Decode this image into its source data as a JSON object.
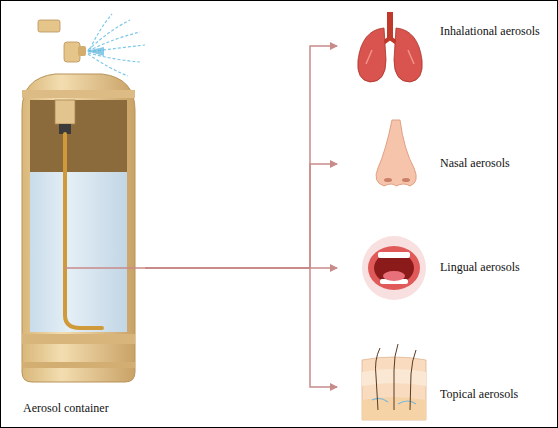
{
  "diagram": {
    "nodes": [
      {
        "text": [
          "Aerosol container"
        ]
      },
      {
        "text": [
          "Inhalational aerosols"
        ]
      },
      {
        "text": [
          "Nasal aerosols"
        ]
      },
      {
        "text": [
          "Lingual aerosols"
        ]
      },
      {
        "text": [
          "Topical aerosols"
        ]
      }
    ],
    "edges": [
      {
        "from": 0,
        "to": 1,
        "arrow": "to"
      },
      {
        "from": 0,
        "to": 2,
        "arrow": "to"
      },
      {
        "from": 0,
        "to": 3,
        "arrow": "to"
      },
      {
        "from": 0,
        "to": 4,
        "arrow": "to"
      }
    ]
  }
}
